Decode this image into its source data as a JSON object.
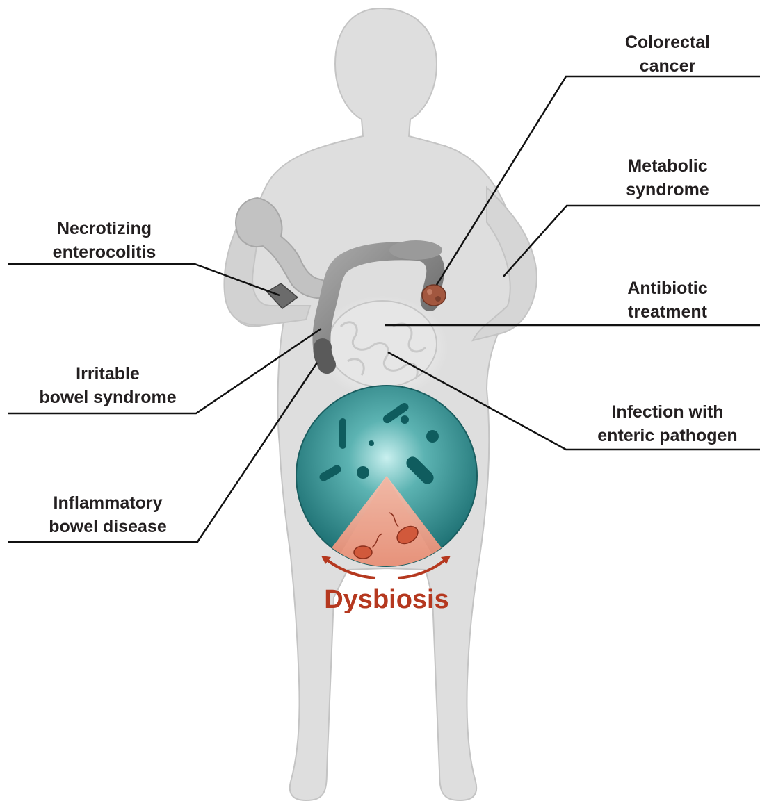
{
  "labels": {
    "colorectal_cancer": [
      "Colorectal",
      "cancer"
    ],
    "metabolic_syndrome": [
      "Metabolic",
      "syndrome"
    ],
    "antibiotic_treatment": [
      "Antibiotic",
      "treatment"
    ],
    "infection": [
      "Infection with",
      "enteric pathogen"
    ],
    "necrotizing_enterocolitis": [
      "Necrotizing",
      "enterocolitis"
    ],
    "irritable_bowel_syndrome": [
      "Irritable",
      "bowel syndrome"
    ],
    "inflammatory_bowel_disease": [
      "Inflammatory",
      "bowel disease"
    ]
  },
  "center_label": "Dysbiosis",
  "colors": {
    "silhouette": "#dcdcdc",
    "outline": "#bdbdbd",
    "intestine": "#c8c8c8",
    "colon": "#7a7a7a",
    "tumor": "#a0553f",
    "microbiota_circle": "#1f8b8c",
    "dysbiosis_sector": "#e8836a",
    "dysbiosis_text": "#b5381f",
    "leader_line": "#111111"
  }
}
